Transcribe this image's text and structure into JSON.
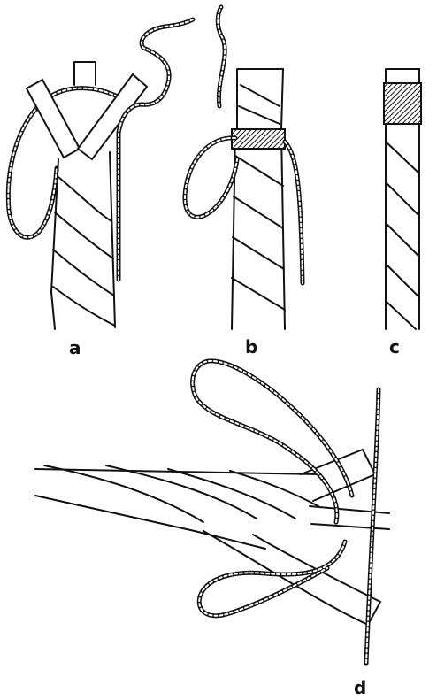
{
  "figure": {
    "panels": [
      {
        "id": "a",
        "label": "a"
      },
      {
        "id": "b",
        "label": "b"
      },
      {
        "id": "c",
        "label": "c"
      },
      {
        "id": "d",
        "label": "d"
      }
    ],
    "colors": {
      "ink": "#111111",
      "paper": "#ffffff"
    }
  }
}
